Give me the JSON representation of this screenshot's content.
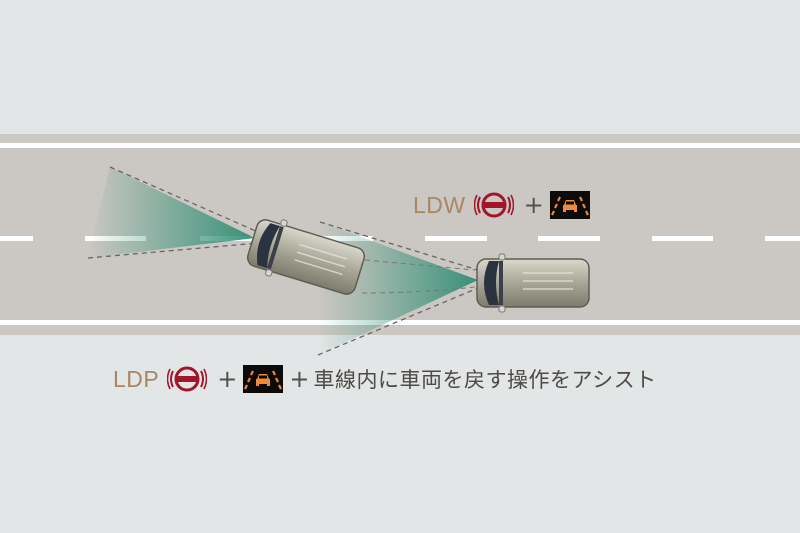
{
  "colors": {
    "background": "#e3e6e6",
    "road": "#cbc7c3",
    "road_line": "#ffffff",
    "beam": "#2f8e73",
    "tag_text": "#a88763",
    "body_text": "#4f4a44",
    "warning_red": "#a3162a",
    "lane_icon_bg": "#0d0b0a",
    "lane_icon_orange": "#f08a3a"
  },
  "diagram": {
    "description": "Lane departure warning / prevention illustration: a van drifting across the lane line detected by a front camera, then returned to lane",
    "vehicles": [
      {
        "id": "drifting-van",
        "state": "crossing lane line"
      },
      {
        "id": "corrected-van",
        "state": "in lane"
      }
    ]
  },
  "ldw": {
    "tag": "LDW",
    "plus1": "+",
    "warning_icon": "steering-warning-icon",
    "lane_icon": "lane-departure-icon"
  },
  "ldp": {
    "tag": "LDP",
    "plus1": "+",
    "plus2": "+",
    "warning_icon": "steering-warning-icon",
    "lane_icon": "lane-departure-icon",
    "text": "車線内に車両を戻す操作をアシスト"
  }
}
